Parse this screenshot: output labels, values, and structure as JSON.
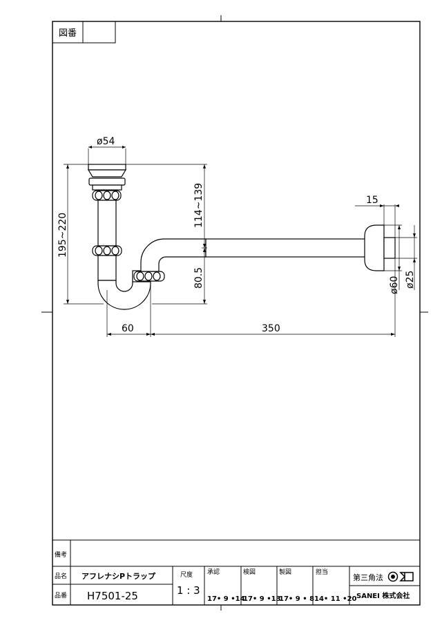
{
  "drawing_box": {
    "label": "図番",
    "value": ""
  },
  "dimensions": {
    "outlet_diameter": "ø54",
    "overall_height": "195~220",
    "adjust_range": "114~139",
    "trap_height": "80.5",
    "flange_thickness": "15",
    "flange_diameter": "ø60",
    "pipe_diameter": "ø25",
    "trap_width": "60",
    "pipe_length": "350"
  },
  "title_block": {
    "remarks_label": "備考",
    "remarks_value": "",
    "name_label": "品名",
    "name_value": "アフレナシPトラップ",
    "code_label": "品番",
    "code_value": "H7501-25",
    "scale_label": "尺度",
    "scale_value": "1 : 3",
    "approve_label": "承認",
    "approve_date": "17• 9 •14",
    "check_label": "検図",
    "check_date": "17• 9 •13",
    "draw_label": "製図",
    "draw_date": "17• 9 • 8",
    "charge_label": "担当",
    "charge_date": "14• 11 •20",
    "projection_label": "第三角法",
    "company": "SANEI 株式会社"
  }
}
